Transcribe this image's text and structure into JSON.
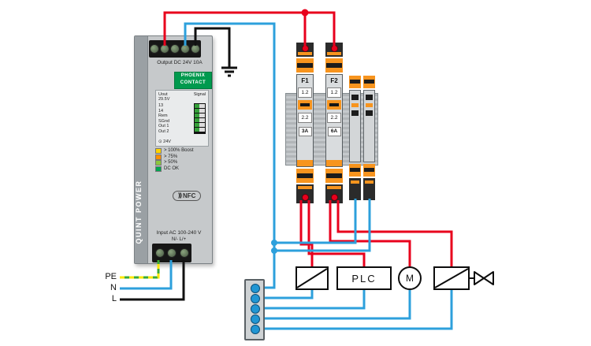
{
  "colors": {
    "wire_red": "#e8001c",
    "wire_blue": "#2da0dc",
    "wire_black": "#111111",
    "wire_pe_green": "#3aaa35",
    "wire_pe_yellow": "#ffe600",
    "brand_green": "#009a4e",
    "device_orange": "#f7941e"
  },
  "psu": {
    "side_label": "QUINT POWER",
    "output_label": "Output DC 24V 10A",
    "brand_line1": "PHOENIX",
    "brand_line2": "CONTACT",
    "uout_label": "Uout",
    "uout_value": "29.5V",
    "signal_label": "Signal",
    "signal_rows": [
      "13",
      "14",
      "Rem",
      "SGnd",
      "Out 1",
      "Out 2"
    ],
    "aux_icon": "⊙",
    "aux_label": "24V",
    "leds": [
      {
        "color": "#ffd400",
        "label": "> 100% Boost"
      },
      {
        "color": "#ff9000",
        "label": "> 75%"
      },
      {
        "color": "#8dc63f",
        "label": "> 50%"
      },
      {
        "color": "#00a651",
        "label": "DC OK"
      }
    ],
    "nfc_waves": ")))",
    "nfc_label": "NFC",
    "input_label": "Input AC 100-240 V",
    "input_terminals": "N/- L/+"
  },
  "input_wires": {
    "pe": "PE",
    "n": "N",
    "l": "L"
  },
  "breakers": [
    {
      "name": "F1",
      "window1": "1.2",
      "window2": "2.2",
      "rating": "3A"
    },
    {
      "name": "F2",
      "window1": "1.2",
      "window2": "2.2",
      "rating": "6A"
    }
  ],
  "loads": {
    "plc_label": "PLC",
    "motor_label": "M"
  }
}
